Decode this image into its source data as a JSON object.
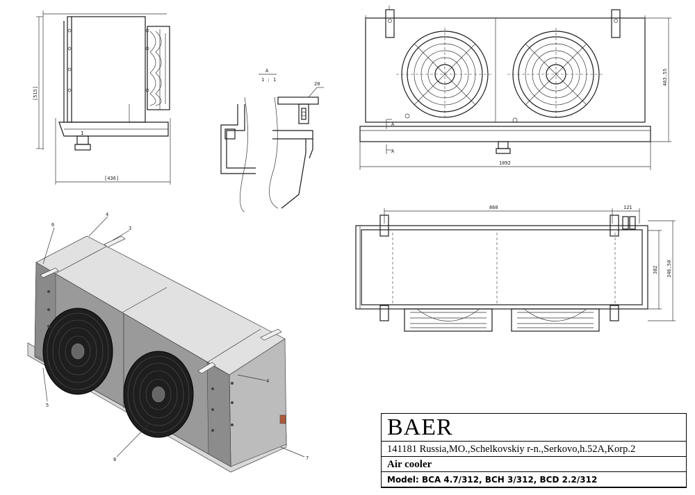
{
  "title_block": {
    "brand": "BAER",
    "address": "141181 Russia,MO.,Schelkovskiy r-n.,Serkovo,h.52A,Korp.2",
    "product": "Air cooler",
    "model": "Model: BCA 4.7/312, BCH 3/312, BCD 2.2/312"
  },
  "dimensions": {
    "side_height": "[515]",
    "side_depth": "[436]",
    "front_width": "1092",
    "front_height": "463.55",
    "top_length": "860",
    "top_offset": "121",
    "top_depth_inner": "382",
    "top_depth_outer": "346.50",
    "detail_size": "20"
  },
  "detail_view": {
    "label": "A",
    "scale": "1 : 1"
  },
  "section_marks": [
    "A",
    "A"
  ],
  "callouts": [
    "1",
    "3",
    "4",
    "4",
    "5",
    "6",
    "7",
    "8"
  ]
}
